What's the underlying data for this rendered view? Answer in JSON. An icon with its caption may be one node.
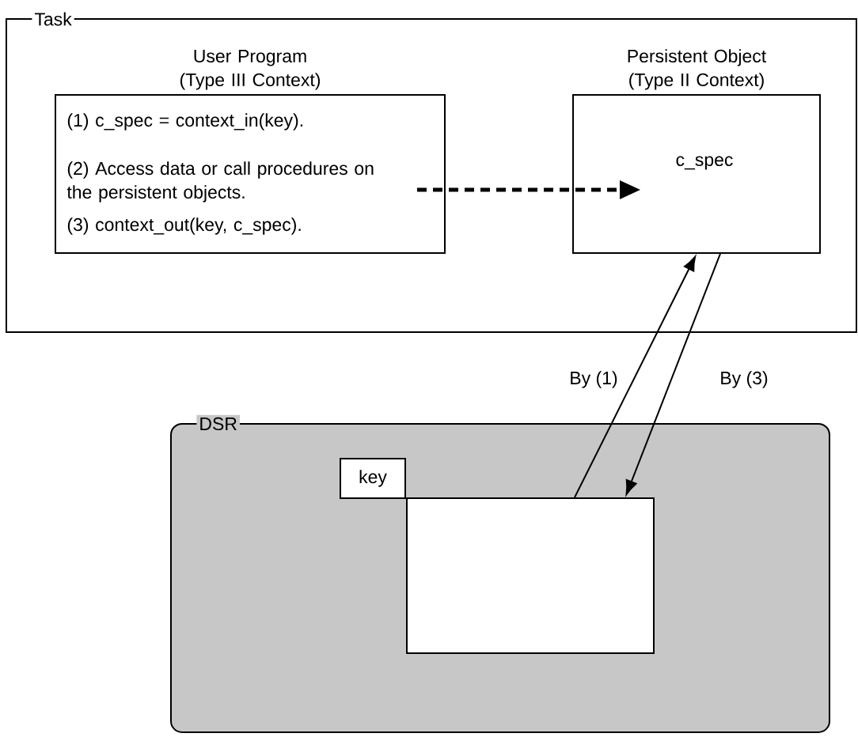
{
  "diagram": {
    "nodes": [
      {
        "text": [
          "Task"
        ]
      },
      {
        "text": [
          "User Program (Type III Context)",
          "(1) c_spec = context_in(key).",
          "(2) Access data or call procedures on the persistent objects.",
          "(3) context_out(key, c_spec)."
        ],
        "in": 0
      },
      {
        "text": [
          "Persistent Object (Type II Context)",
          "c_spec"
        ],
        "in": 0
      },
      {
        "text": [
          "DSR"
        ]
      },
      {
        "text": [
          "key"
        ],
        "in": 3
      },
      {
        "text": [],
        "shape": "box",
        "in": 3
      }
    ],
    "edges": [
      {
        "from": 1,
        "to": 2,
        "arrow": "to",
        "style": "dashed"
      },
      {
        "from": 5,
        "to": 2,
        "arrow": "to",
        "label": "By (1)"
      },
      {
        "from": 2,
        "to": 5,
        "arrow": "to",
        "label": "By (3)"
      }
    ]
  }
}
